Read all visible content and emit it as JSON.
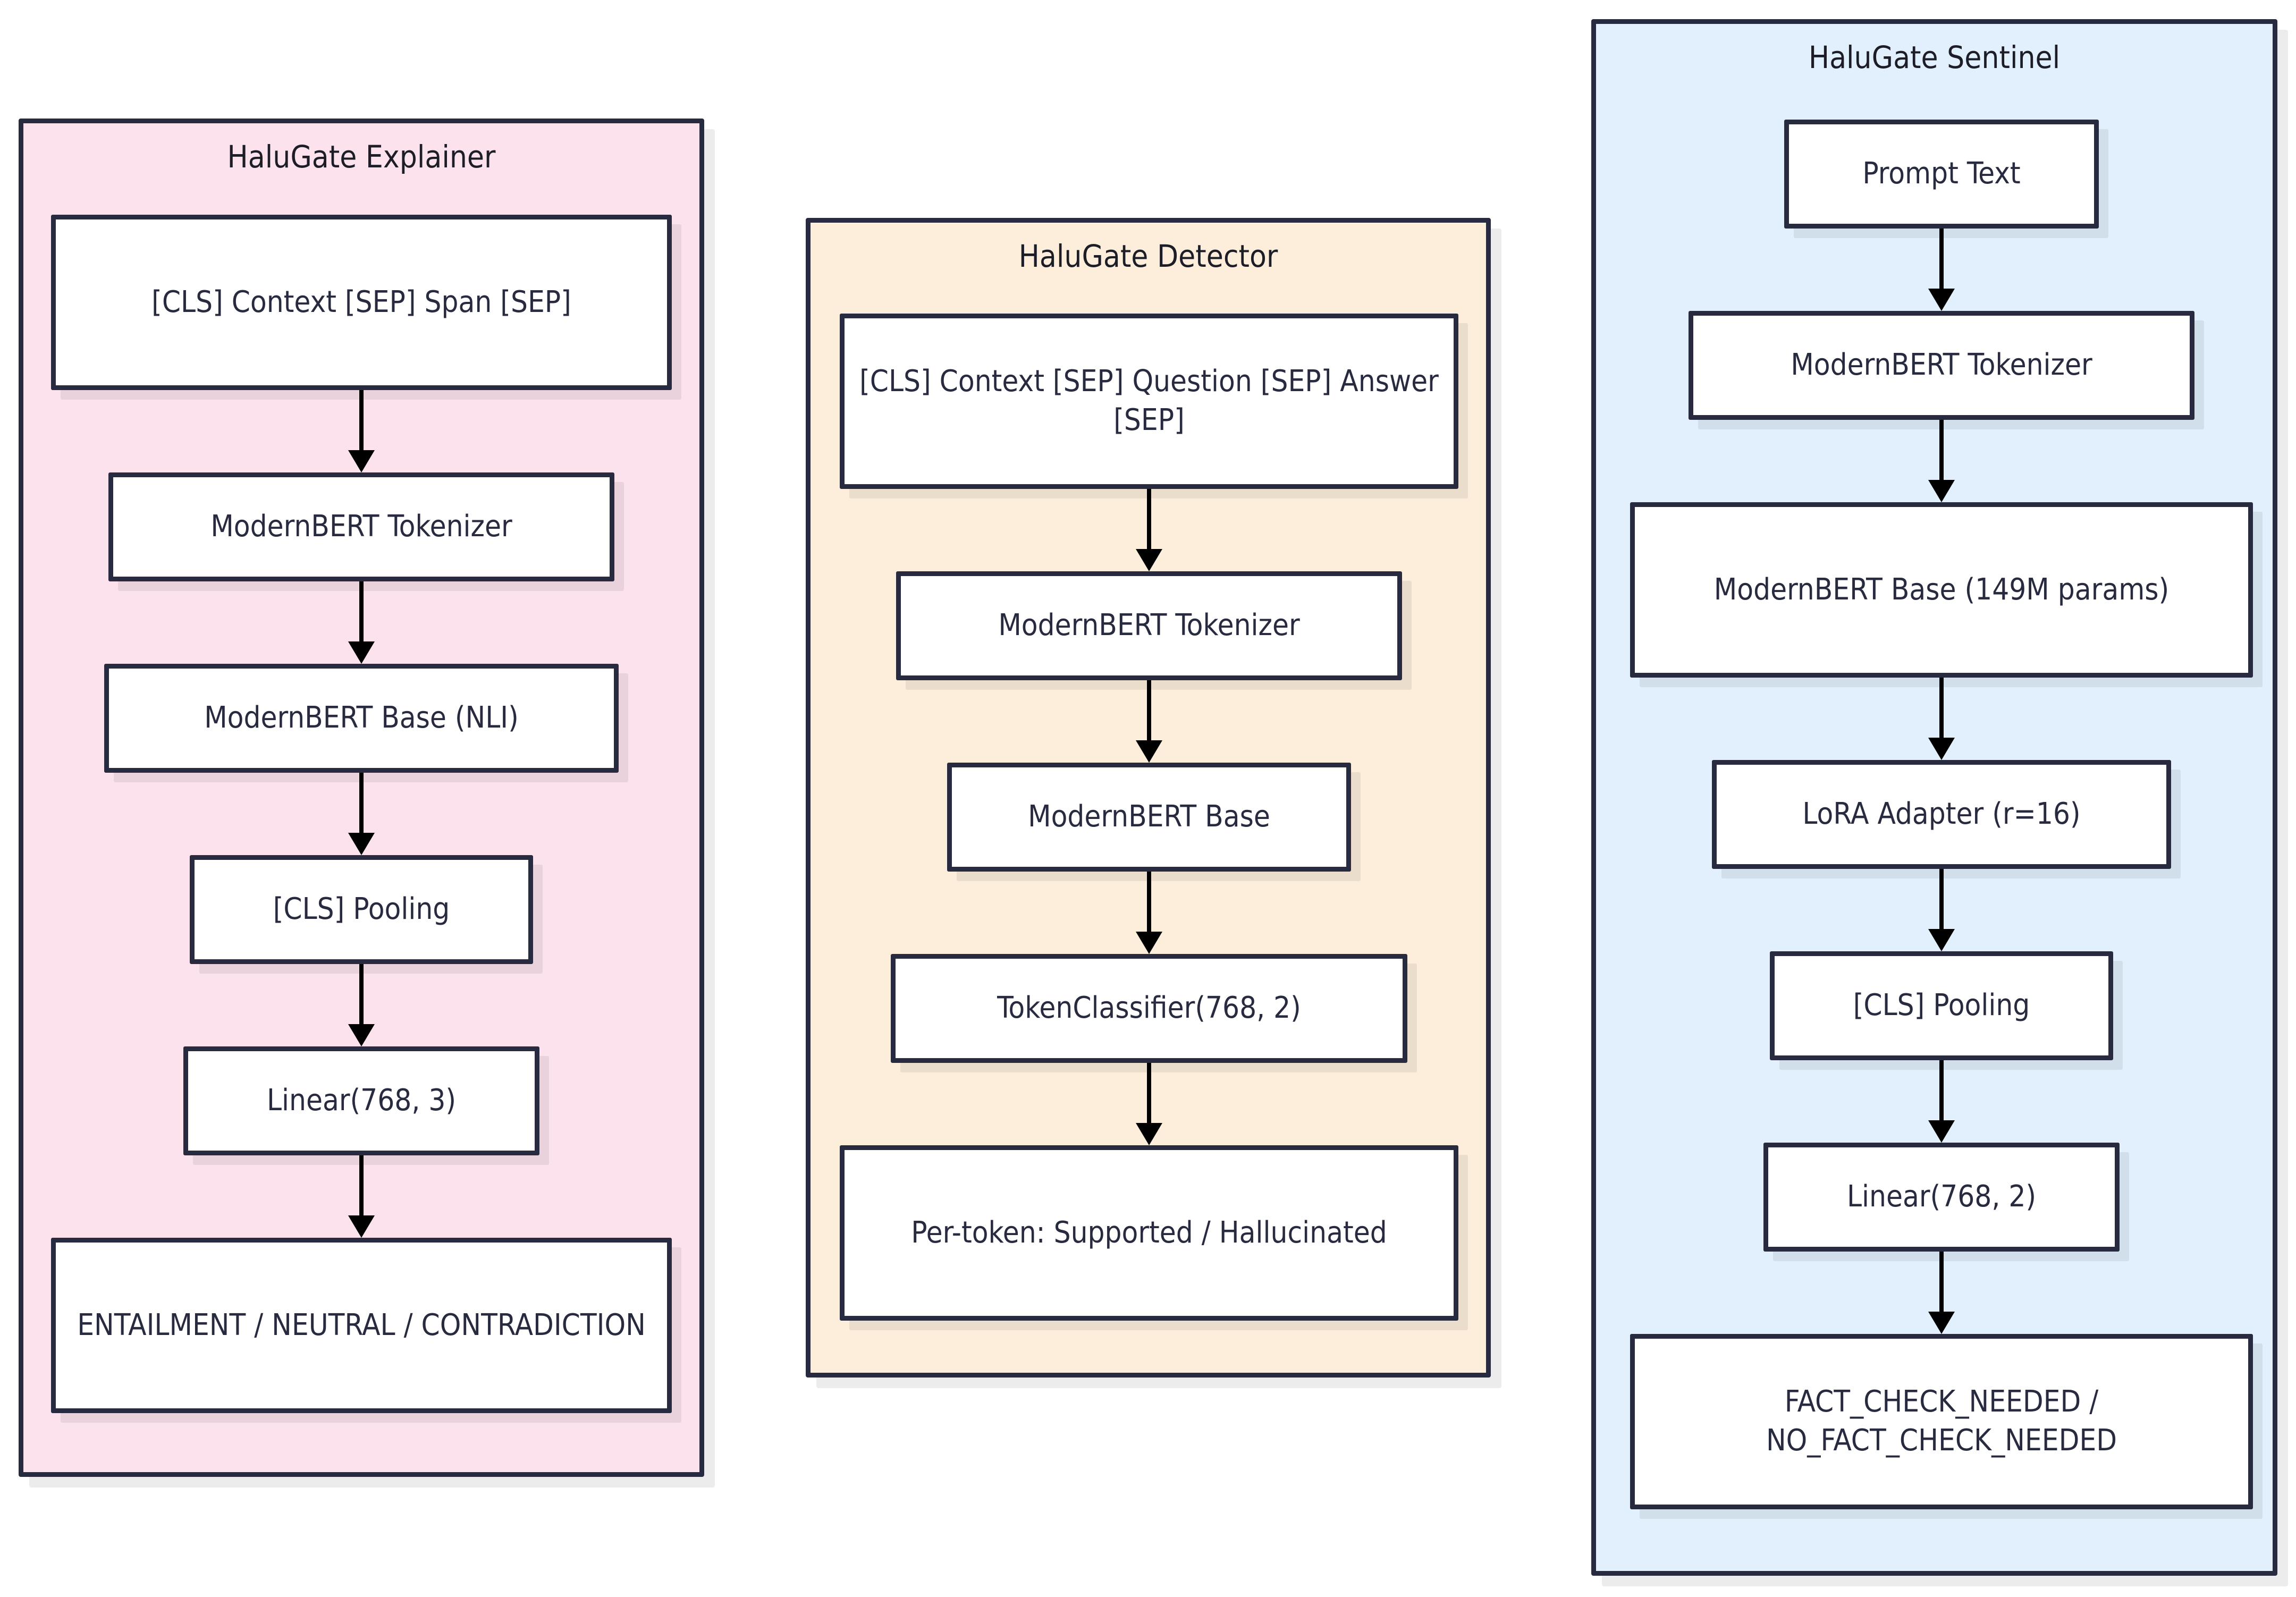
{
  "diagram": {
    "type": "flowchart",
    "direction": "top-to-bottom",
    "columns": [
      {
        "id": "explainer",
        "title": "HaluGate Explainer",
        "fill": "#fbe2ec",
        "border": "#282a3f",
        "nodes": [
          {
            "id": "exp-input",
            "text": "[CLS] Context [SEP] Span [SEP]"
          },
          {
            "id": "exp-tokenizer",
            "text": "ModernBERT Tokenizer"
          },
          {
            "id": "exp-base",
            "text": "ModernBERT Base (NLI)"
          },
          {
            "id": "exp-pooling",
            "text": "[CLS] Pooling"
          },
          {
            "id": "exp-linear",
            "text": "Linear(768, 3)"
          },
          {
            "id": "exp-output",
            "text": "ENTAILMENT / NEUTRAL / CONTRADICTION"
          }
        ],
        "edges": [
          [
            "exp-input",
            "exp-tokenizer"
          ],
          [
            "exp-tokenizer",
            "exp-base"
          ],
          [
            "exp-base",
            "exp-pooling"
          ],
          [
            "exp-pooling",
            "exp-linear"
          ],
          [
            "exp-linear",
            "exp-output"
          ]
        ]
      },
      {
        "id": "detector",
        "title": "HaluGate Detector",
        "fill": "#fdeedb",
        "border": "#282a3f",
        "nodes": [
          {
            "id": "det-input",
            "text": "[CLS] Context [SEP] Question [SEP] Answer [SEP]"
          },
          {
            "id": "det-tokenizer",
            "text": "ModernBERT Tokenizer"
          },
          {
            "id": "det-base",
            "text": "ModernBERT Base"
          },
          {
            "id": "det-classifier",
            "text": "TokenClassifier(768, 2)"
          },
          {
            "id": "det-output",
            "text": "Per-token: Supported / Hallucinated"
          }
        ],
        "edges": [
          [
            "det-input",
            "det-tokenizer"
          ],
          [
            "det-tokenizer",
            "det-base"
          ],
          [
            "det-base",
            "det-classifier"
          ],
          [
            "det-classifier",
            "det-output"
          ]
        ]
      },
      {
        "id": "sentinel",
        "title": "HaluGate Sentinel",
        "fill": "#e1f0fc",
        "border": "#282a3f",
        "nodes": [
          {
            "id": "sen-prompt",
            "text": "Prompt Text"
          },
          {
            "id": "sen-tokenizer",
            "text": "ModernBERT Tokenizer"
          },
          {
            "id": "sen-base",
            "text": "ModernBERT Base (149M params)"
          },
          {
            "id": "sen-lora",
            "text": "LoRA Adapter (r=16)"
          },
          {
            "id": "sen-pooling",
            "text": "[CLS] Pooling"
          },
          {
            "id": "sen-linear",
            "text": "Linear(768, 2)"
          },
          {
            "id": "sen-output",
            "text": "FACT_CHECK_NEEDED / NO_FACT_CHECK_NEEDED"
          }
        ],
        "edges": [
          [
            "sen-prompt",
            "sen-tokenizer"
          ],
          [
            "sen-tokenizer",
            "sen-base"
          ],
          [
            "sen-base",
            "sen-lora"
          ],
          [
            "sen-lora",
            "sen-pooling"
          ],
          [
            "sen-pooling",
            "sen-linear"
          ],
          [
            "sen-linear",
            "sen-output"
          ]
        ]
      }
    ]
  }
}
